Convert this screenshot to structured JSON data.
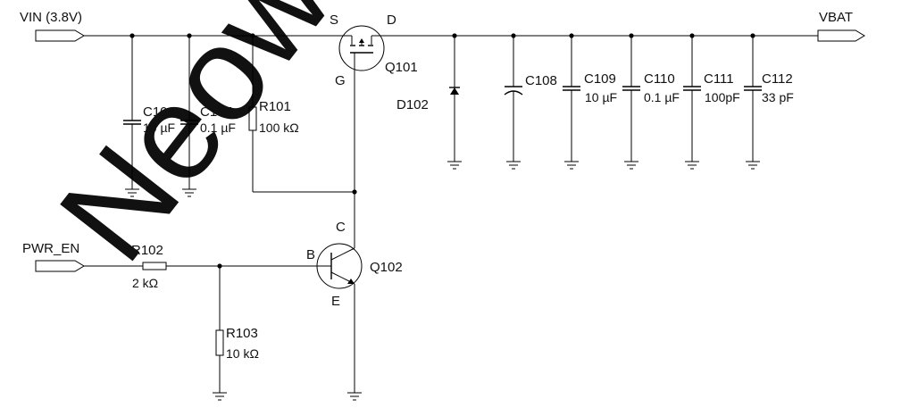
{
  "watermark": "Neow",
  "nets": {
    "vin": "VIN (3.8V)",
    "vbat": "VBAT",
    "pwr_en": "PWR_EN"
  },
  "q101": {
    "ref": "Q101",
    "pin_s": "S",
    "pin_d": "D",
    "pin_g": "G"
  },
  "q102": {
    "ref": "Q102",
    "pin_b": "B",
    "pin_c": "C",
    "pin_e": "E"
  },
  "d102": {
    "ref": "D102"
  },
  "c106": {
    "ref": "C106",
    "value": "10 µF"
  },
  "c107": {
    "ref": "C107",
    "value": "0.1 µF"
  },
  "r101": {
    "ref": "R101",
    "value": "100 kΩ"
  },
  "c108": {
    "ref": "C108"
  },
  "c109": {
    "ref": "C109",
    "value": "10 µF"
  },
  "c110": {
    "ref": "C110",
    "value": "0.1 µF"
  },
  "c111": {
    "ref": "C111",
    "value": "100pF"
  },
  "c112": {
    "ref": "C112",
    "value": "33 pF"
  },
  "r102": {
    "ref": "R102",
    "value": "2 kΩ"
  },
  "r103": {
    "ref": "R103",
    "value": "10 kΩ"
  }
}
